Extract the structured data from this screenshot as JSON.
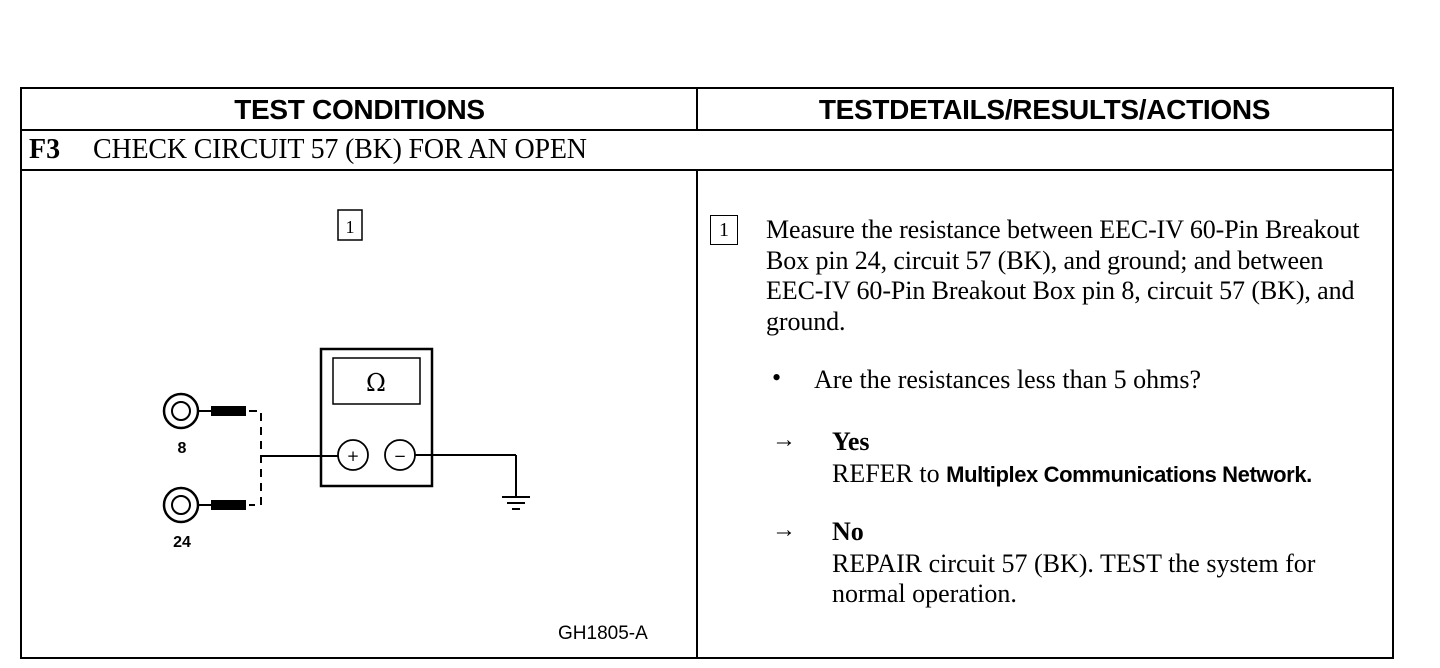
{
  "header": {
    "left": "TEST CONDITIONS",
    "right": "TESTDETAILS/RESULTS/ACTIONS"
  },
  "step": {
    "id": "F3",
    "title": "CHECK CIRCUIT 57 (BK) FOR AN OPEN"
  },
  "diagram": {
    "step_marker": "1",
    "meter_symbol": "Ω",
    "plus": "+",
    "minus": "−",
    "pin_a": "8",
    "pin_b": "24",
    "figure_code": "GH1805-A",
    "icons": [
      "ohmmeter-icon",
      "ground-symbol-icon",
      "connector-pin-icon"
    ]
  },
  "details": {
    "step_marker": "1",
    "instruction": "Measure the resistance between EEC-IV 60-Pin Breakout Box pin 24, circuit 57 (BK), and ground; and between EEC-IV 60-Pin Breakout Box pin 8, circuit 57 (BK), and ground.",
    "bullet": "•",
    "question": "Are the resistances less than 5 ohms?",
    "arrow": "→",
    "yes": {
      "label": "Yes",
      "action_prefix": "REFER to",
      "action_ref": "Multiplex Communications Network."
    },
    "no": {
      "label": "No",
      "action": "REPAIR circuit 57 (BK). TEST the system for normal operation."
    }
  }
}
